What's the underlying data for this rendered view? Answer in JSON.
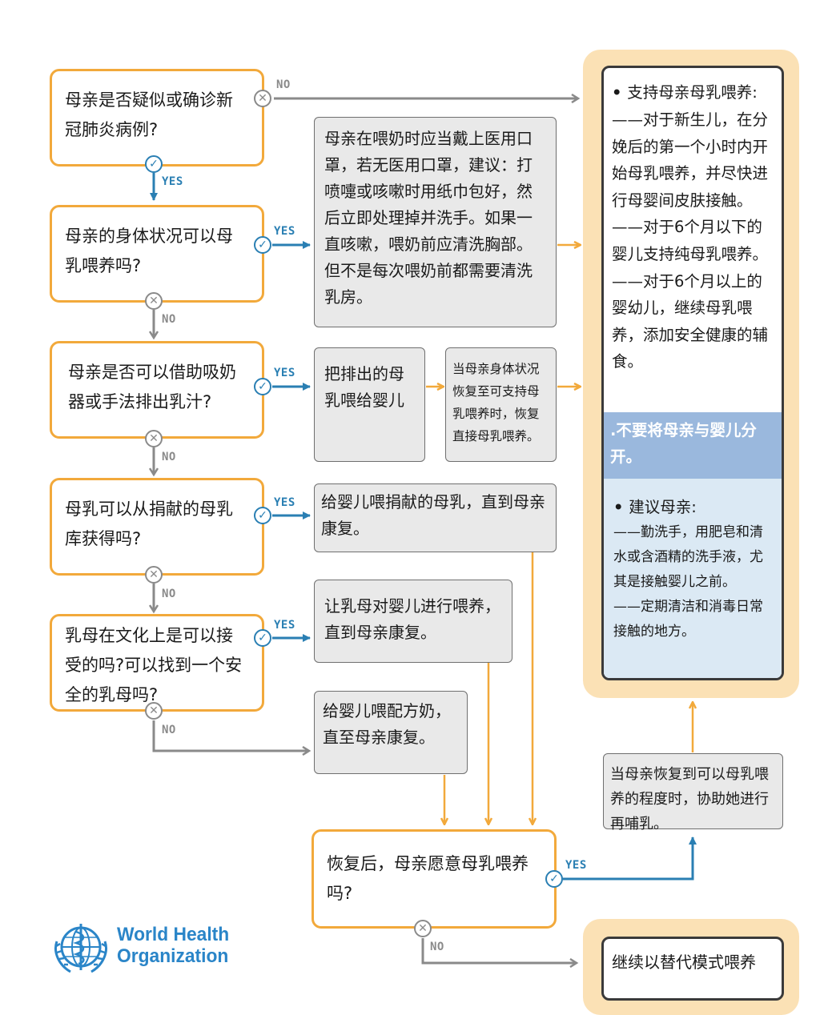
{
  "labels": {
    "yes": "YES",
    "no": "NO"
  },
  "colors": {
    "question_border": "#f2a93b",
    "yes_blue": "#2a7fb3",
    "no_grey": "#8a8a8a",
    "panel_bg": "#fbe1b5",
    "highlight": "#9ab8dd"
  },
  "questions": {
    "q1": "母亲是否疑似或确诊新冠肺炎病例?",
    "q2": "母亲的身体状况可以母乳喂养吗?",
    "q3": "母亲是否可以借助吸奶器或手法排出乳汁?",
    "q4": "母乳可以从捐献的母乳库获得吗?",
    "q5": "乳母在文化上是可以接受的吗?可以找到一个安全的乳母吗?",
    "q6": "恢复后，母亲愿意母乳喂养吗?"
  },
  "actions": {
    "mask": "母亲在喂奶时应当戴上医用口罩，若无医用口罩，建议：打喷嚏或咳嗽时用纸巾包好，然后立即处理掉并洗手。如果一直咳嗽，喂奶前应清洗胸部。但不是每次喂奶前都需要清洗乳房。",
    "expressed": "把排出的母乳喂给婴儿",
    "resume": "当母亲身体状况恢复至可支持母乳喂养时，恢复直接母乳喂养。",
    "donor": "给婴儿喂捐献的母乳，直到母亲康复。",
    "wet_nurse": "让乳母对婴儿进行喂养，直到母亲康复。",
    "formula": "给婴儿喂配方奶，直至母亲康复。",
    "relactation": "当母亲恢复到可以母乳喂养的程度时，协助她进行再哺乳。"
  },
  "panel": {
    "support_title": "支持母亲母乳喂养:",
    "support_lines": [
      "——对于新生儿，在分娩后的第一个小时内开始母乳喂养，并尽快进行母婴间皮肤接触。",
      "——对于6个月以下的婴儿支持纯母乳喂养。",
      "——对于6个月以上的婴幼儿，继续母乳喂养，添加安全健康的辅食。"
    ],
    "separate": "不要将母亲与婴儿分开。",
    "advice_title": "建议母亲:",
    "advice_lines": [
      "——勤洗手，用肥皂和清水或含酒精的洗手液，尤其是接触婴儿之前。",
      "——定期清洁和消毒日常接触的地方。"
    ]
  },
  "final": "继续以替代模式喂养",
  "logo": {
    "line1": "World Health",
    "line2": "Organization"
  }
}
